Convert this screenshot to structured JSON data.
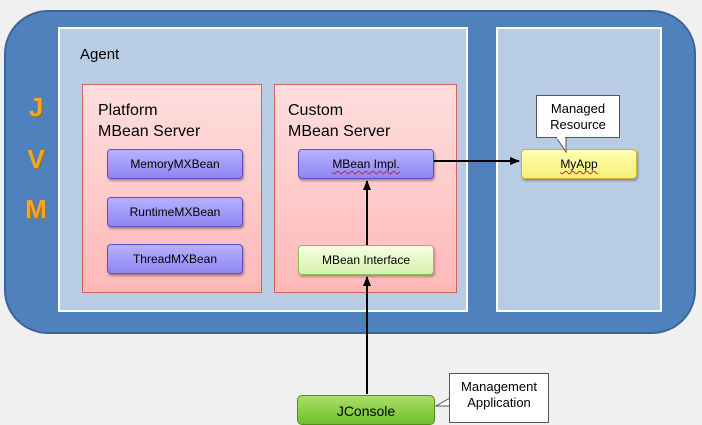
{
  "jvm": {
    "letters": [
      "J",
      "V",
      "M"
    ]
  },
  "agent": {
    "label": "Agent",
    "platform_server": {
      "title_line1": "Platform",
      "title_line2": "MBean Server",
      "beans": [
        "MemoryMXBean",
        "RuntimeMXBean",
        "ThreadMXBean"
      ]
    },
    "custom_server": {
      "title_line1": "Custom",
      "title_line2": "MBean Server",
      "impl": "MBean Impl.",
      "interface": "MBean Interface"
    }
  },
  "managed_resource": {
    "callout_line1": "Managed",
    "callout_line2": "Resource",
    "app": "MyApp"
  },
  "management_application": {
    "callout_line1": "Management",
    "callout_line2": "Application",
    "app": "JConsole"
  },
  "colors": {
    "jvm_background": "#4f81bd",
    "panel_background": "#b8cce4",
    "server_background": "#ffc9c9",
    "bean_purple": "#9b93f5",
    "bean_green": "#e6f7c6",
    "bean_yellow": "#fafa9a",
    "jconsole_green": "#8ed04a",
    "jvm_letters": "#f5a623"
  }
}
